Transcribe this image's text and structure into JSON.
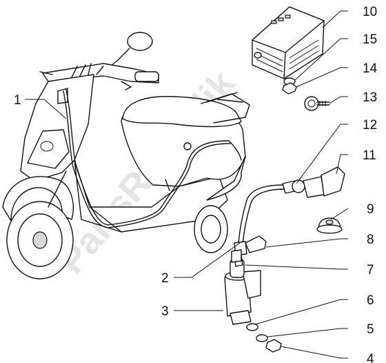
{
  "watermark": "PartsRepublik",
  "callouts": [
    {
      "id": "1",
      "label": "1"
    },
    {
      "id": "2",
      "label": "2"
    },
    {
      "id": "3",
      "label": "3"
    },
    {
      "id": "4",
      "label": "4"
    },
    {
      "id": "5",
      "label": "5"
    },
    {
      "id": "6",
      "label": "6"
    },
    {
      "id": "7",
      "label": "7"
    },
    {
      "id": "8",
      "label": "8"
    },
    {
      "id": "9",
      "label": "9"
    },
    {
      "id": "10",
      "label": "10"
    },
    {
      "id": "11",
      "label": "11"
    },
    {
      "id": "12",
      "label": "12"
    },
    {
      "id": "13",
      "label": "13"
    },
    {
      "id": "14",
      "label": "14"
    },
    {
      "id": "15",
      "label": "15"
    }
  ]
}
